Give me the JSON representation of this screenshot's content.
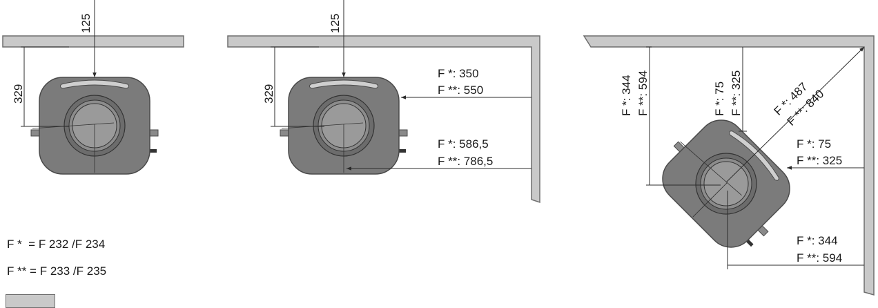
{
  "colors": {
    "wall_fill": "#c9c9c9",
    "wall_stroke": "#6e6e6e",
    "stove_body": "#7b7b7b",
    "stove_edge": "#4a4a4a",
    "dim_line": "#2b2b2b"
  },
  "views": {
    "wall": {
      "top_clearance": "125",
      "depth": "329"
    },
    "inner_corner": {
      "top_clearance": "125",
      "depth": "329",
      "side_a": "F *: 350",
      "side_b": "F **: 550",
      "center_a": "F *: 586,5",
      "center_b": "F **: 786,5"
    },
    "diagonal_corner": {
      "left_a": "F *: 344",
      "left_b": "F **: 594",
      "mid_a": "F *: 75",
      "mid_b": "F **: 325",
      "diag_a": "F *: 487",
      "diag_b": "F **: 840",
      "right_a": "F *: 75",
      "right_b": "F **: 325",
      "bottom_a": "F *: 344",
      "bottom_b": "F **: 594"
    }
  },
  "legend": {
    "line1": "F *  = F 232 /F 234",
    "line2": "F ** = F 233 /F 235"
  }
}
